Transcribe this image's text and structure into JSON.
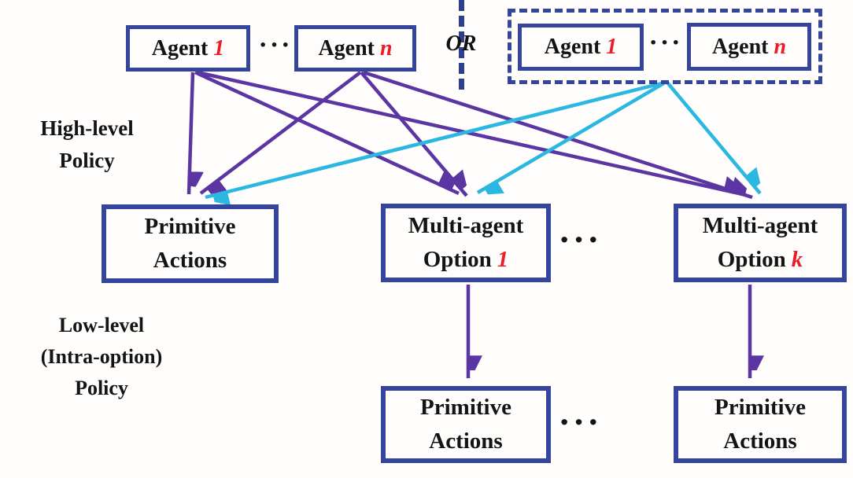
{
  "colors": {
    "purple": "#5b36a2",
    "cyan": "#2ab7e0",
    "navy_border": "#35459b",
    "number_red": "#ec1c24",
    "text": "#141414"
  },
  "or_label": "OR",
  "ellipsis": "···",
  "top_left_group": {
    "agent_1": {
      "prefix": "Agent",
      "suffix": "1"
    },
    "agent_n": {
      "prefix": "Agent",
      "suffix": "n"
    }
  },
  "top_right_group": {
    "agent_1": {
      "prefix": "Agent",
      "suffix": "1"
    },
    "agent_n": {
      "prefix": "Agent",
      "suffix": "n"
    }
  },
  "side_labels": {
    "high": {
      "line1": "High-level",
      "line2": "Policy"
    },
    "low": {
      "line1": "Low-level",
      "line2": "(Intra-option)",
      "line3": "Policy"
    }
  },
  "mid_row": {
    "primitive": {
      "line1": "Primitive",
      "line2": "Actions"
    },
    "option_1": {
      "line1": "Multi-agent",
      "prefix": "Option",
      "suffix": "1"
    },
    "option_k": {
      "line1": "Multi-agent",
      "prefix": "Option",
      "suffix": "k"
    }
  },
  "bottom_row": {
    "primitive_left": {
      "line1": "Primitive",
      "line2": "Actions"
    },
    "primitive_right": {
      "line1": "Primitive",
      "line2": "Actions"
    }
  },
  "edges": [
    {
      "id": "a1-prim",
      "from": "agent-left-1",
      "to": "primitive-actions-top",
      "color": "purple"
    },
    {
      "id": "a1-opt1",
      "from": "agent-left-1",
      "to": "multi-agent-option-1",
      "color": "purple"
    },
    {
      "id": "a1-optk",
      "from": "agent-left-1",
      "to": "multi-agent-option-k",
      "color": "purple"
    },
    {
      "id": "an-prim",
      "from": "agent-left-n",
      "to": "primitive-actions-top",
      "color": "purple"
    },
    {
      "id": "an-opt1",
      "from": "agent-left-n",
      "to": "multi-agent-option-1",
      "color": "purple"
    },
    {
      "id": "an-optk",
      "from": "agent-left-n",
      "to": "multi-agent-option-k",
      "color": "purple"
    },
    {
      "id": "grp-prim",
      "from": "agent-group-right",
      "to": "primitive-actions-top",
      "color": "cyan"
    },
    {
      "id": "grp-opt1",
      "from": "agent-group-right",
      "to": "multi-agent-option-1",
      "color": "cyan"
    },
    {
      "id": "grp-optk",
      "from": "agent-group-right",
      "to": "multi-agent-option-k",
      "color": "cyan"
    },
    {
      "id": "opt1-prim",
      "from": "multi-agent-option-1",
      "to": "primitive-actions-bottom-left",
      "color": "purple"
    },
    {
      "id": "optk-prim",
      "from": "multi-agent-option-k",
      "to": "primitive-actions-bottom-right",
      "color": "purple"
    }
  ]
}
